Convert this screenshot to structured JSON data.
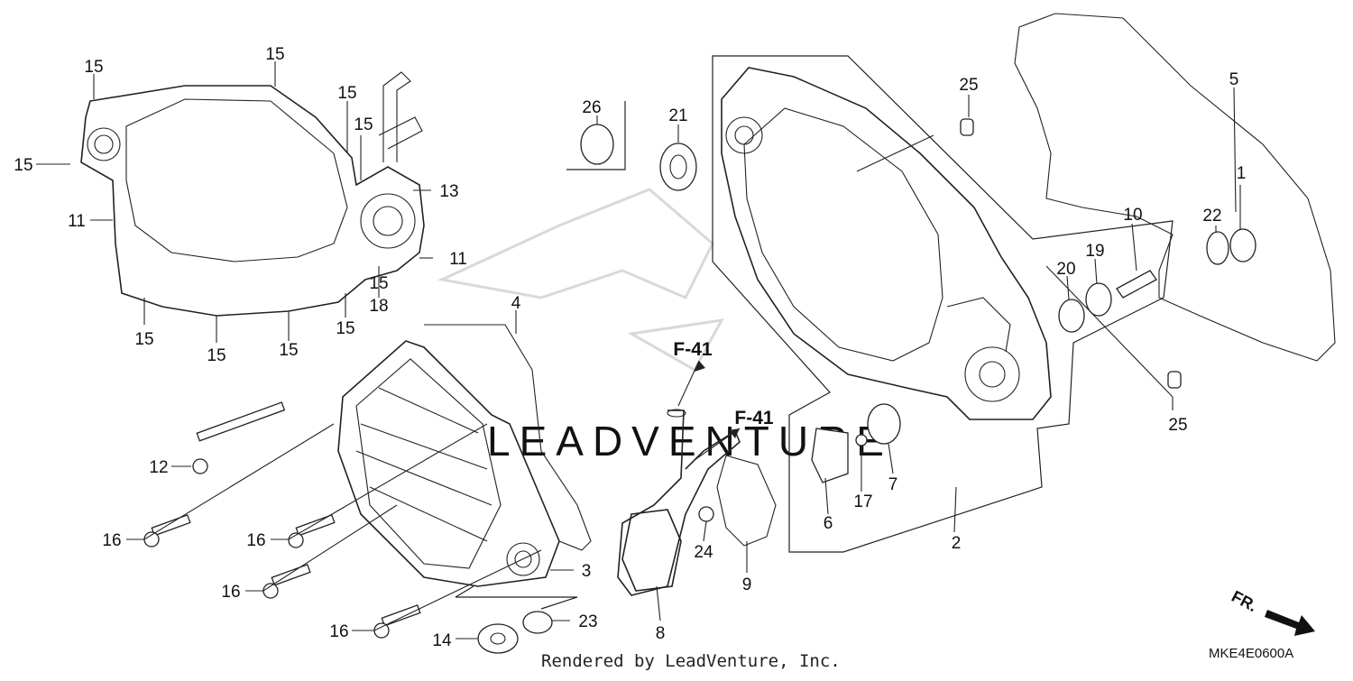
{
  "diagram": {
    "code": "MKE4E0600A",
    "footer": "Rendered by LeadVenture, Inc.",
    "watermark": "LEADVENTURE",
    "direction_label": "FR.",
    "references": [
      "F-41",
      "F-41"
    ],
    "callouts": {
      "c15a": "15",
      "c15b": "15",
      "c15c": "15",
      "c15d": "15",
      "c15e": "15",
      "c15f": "15",
      "c15g": "15",
      "c15h": "15",
      "c15i": "15",
      "c15j": "15",
      "c15k": "15",
      "c11a": "11",
      "c11b": "11",
      "c13": "13",
      "c18": "18",
      "c26": "26",
      "c21": "21",
      "c25a": "25",
      "c25b": "25",
      "c5": "5",
      "c22": "22",
      "c1": "1",
      "c20": "20",
      "c19": "19",
      "c10": "10",
      "c4": "4",
      "c12": "12",
      "c16a": "16",
      "c16b": "16",
      "c16c": "16",
      "c16d": "16",
      "c3": "3",
      "c14": "14",
      "c23": "23",
      "c8": "8",
      "c24": "24",
      "c9": "9",
      "c6": "6",
      "c17": "17",
      "c7": "7",
      "c2": "2"
    }
  }
}
